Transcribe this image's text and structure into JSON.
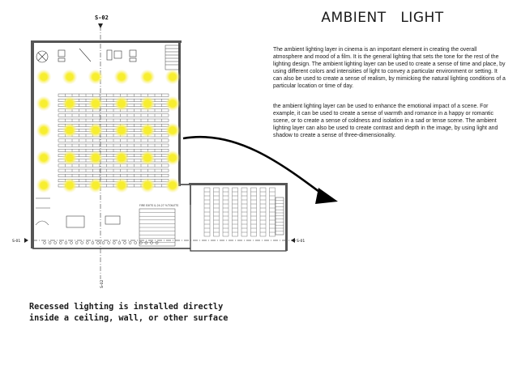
{
  "header": {
    "title": "AMBIENT   LIGHT"
  },
  "text": {
    "paragraph_1": "The ambient lighting layer in cinema is an important element in creating the overall atmosphere and mood of a film. It is the general lighting that sets the tone for the rest of the lighting design. The ambient lighting layer can be used to create a sense of time and place, by using different colors and intensities of light to convey a particular environment or setting. It can also be used to create a sense of realism, by mimicking the natural lighting conditions of a particular location or time of day.",
    "paragraph_2": "the ambient lighting layer can be used to enhance the emotional impact of a scene. For example, it can be used to create a sense of warmth and romance in a happy or romantic scene, or to create a sense of coldness and isolation in a sad or tense scene. The ambient lighting layer can also be used to create contrast and depth in the image, by using light and shadow to create a sense of three-dimensionality.",
    "caption": "Recessed lighting is installed directly inside a ceiling, wall, or other surface"
  },
  "plan": {
    "section_top": "S-02",
    "section_left": "S-01",
    "section_right": "S-01",
    "section_bottom": "S-02",
    "level_label": "FIRE EXITS & 24.27 %",
    "level_label_2": "TOILETS"
  },
  "colors": {
    "light_fill": "#f7ee2f",
    "light_glow": "#fbf3a6",
    "arrow": "#000000",
    "line": "#333333"
  }
}
